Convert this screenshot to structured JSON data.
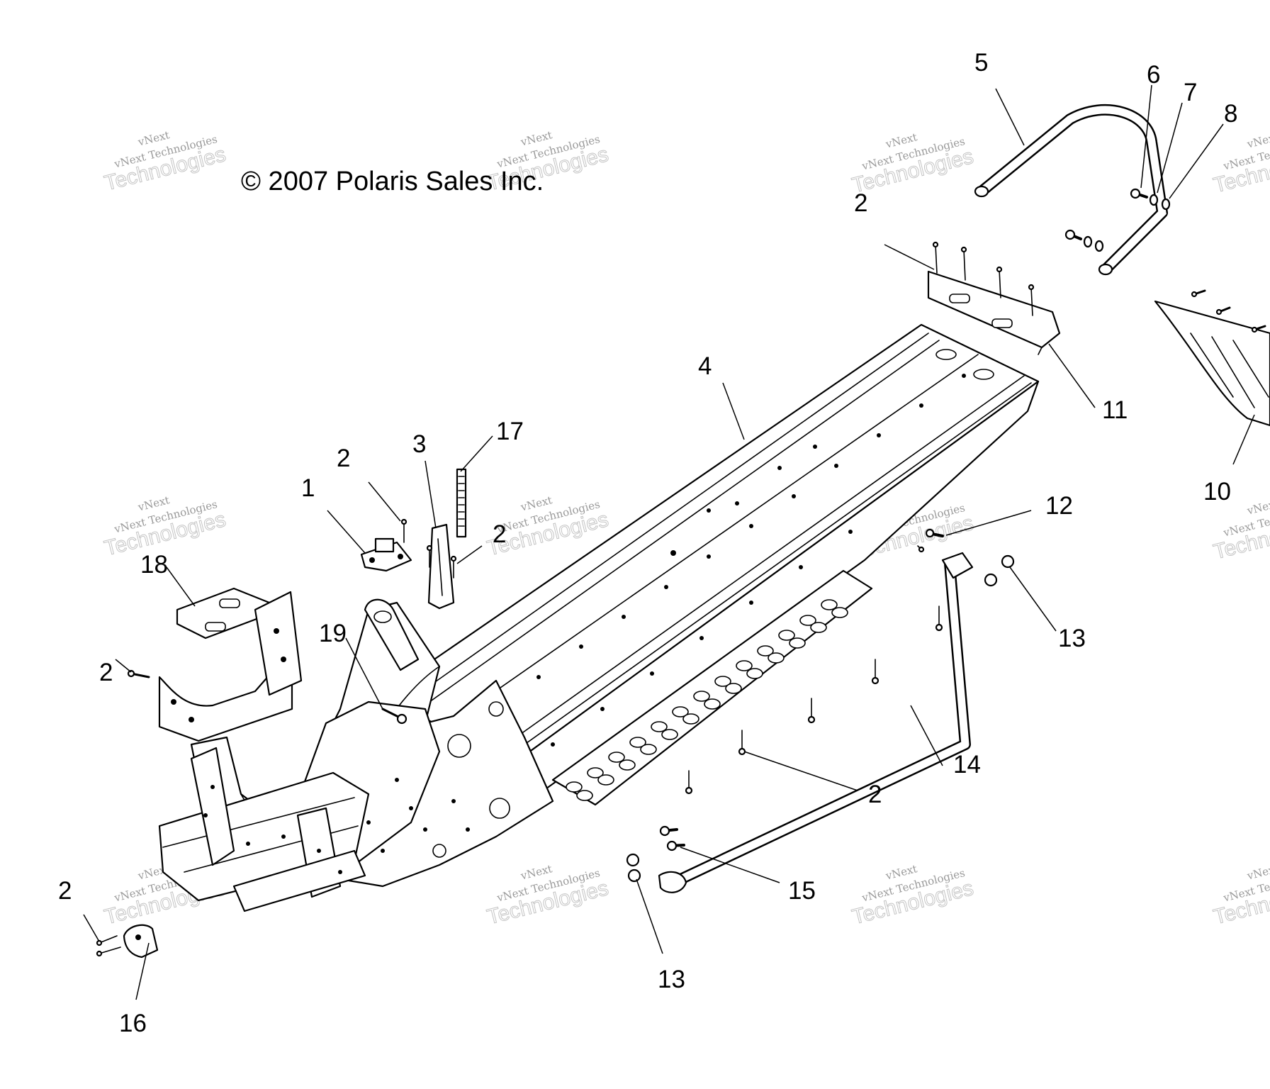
{
  "copyright": "© 2007 Polaris Sales Inc.",
  "watermark": {
    "line1": "vNext",
    "line2": "vNext Technologies",
    "line3": "Technologies"
  },
  "callouts": {
    "c1": "1",
    "c2": "2",
    "c3": "3",
    "c4": "4",
    "c5": "5",
    "c6": "6",
    "c7": "7",
    "c8": "8",
    "c10": "10",
    "c11": "11",
    "c12": "12",
    "c13": "13",
    "c14": "14",
    "c15": "15",
    "c16": "16",
    "c17": "17",
    "c18": "18",
    "c19": "19"
  },
  "colors": {
    "line": "#000000",
    "watermark": "#9a9a9a",
    "background": "#ffffff"
  }
}
